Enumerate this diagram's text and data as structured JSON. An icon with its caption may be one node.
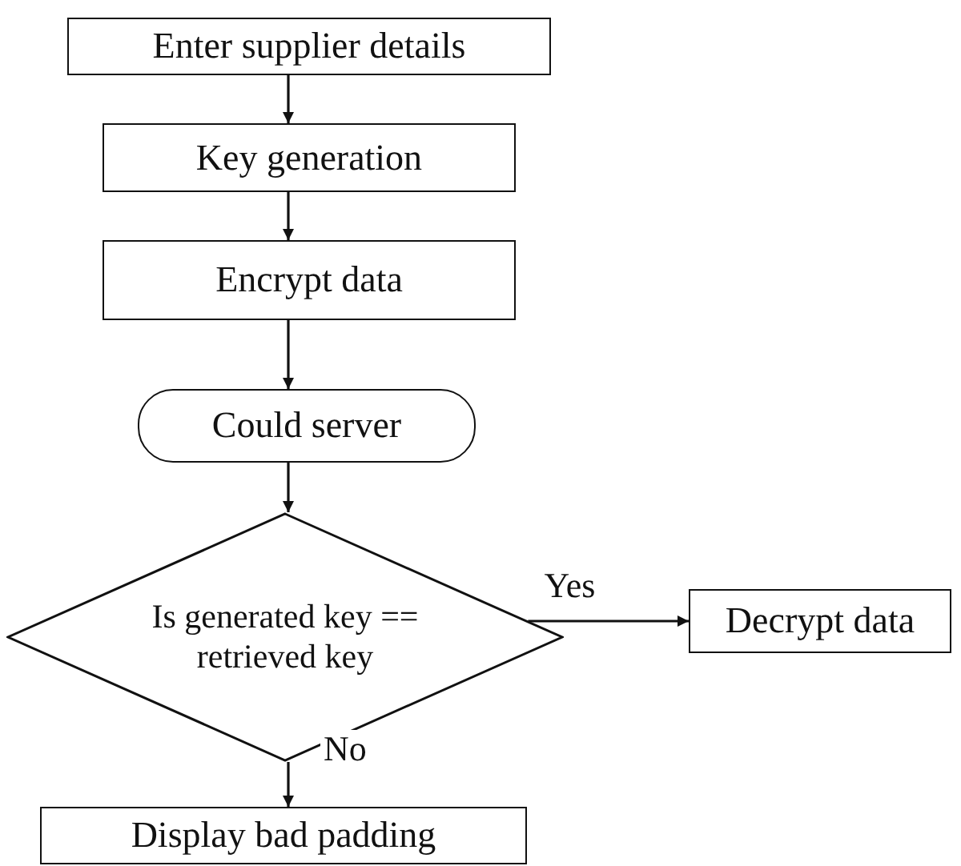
{
  "diagram": {
    "nodes": [
      {
        "text": [
          "Enter supplier details"
        ]
      },
      {
        "text": [
          "Key generation"
        ]
      },
      {
        "text": [
          "Encrypt data"
        ]
      },
      {
        "text": [
          "Could server"
        ]
      },
      {
        "text": [
          "Is generated key == retrieved key"
        ]
      },
      {
        "text": [
          "Decrypt data"
        ]
      },
      {
        "text": [
          "Display bad padding"
        ]
      }
    ],
    "edges": [
      {
        "from": 0,
        "to": 1,
        "arrow": "to"
      },
      {
        "from": 1,
        "to": 2,
        "arrow": "to"
      },
      {
        "from": 2,
        "to": 3,
        "arrow": "to"
      },
      {
        "from": 3,
        "to": 4,
        "arrow": "to"
      },
      {
        "from": 4,
        "to": 5,
        "arrow": "to",
        "label": "Yes"
      },
      {
        "from": 4,
        "to": 6,
        "arrow": "to",
        "label": "No"
      }
    ]
  }
}
